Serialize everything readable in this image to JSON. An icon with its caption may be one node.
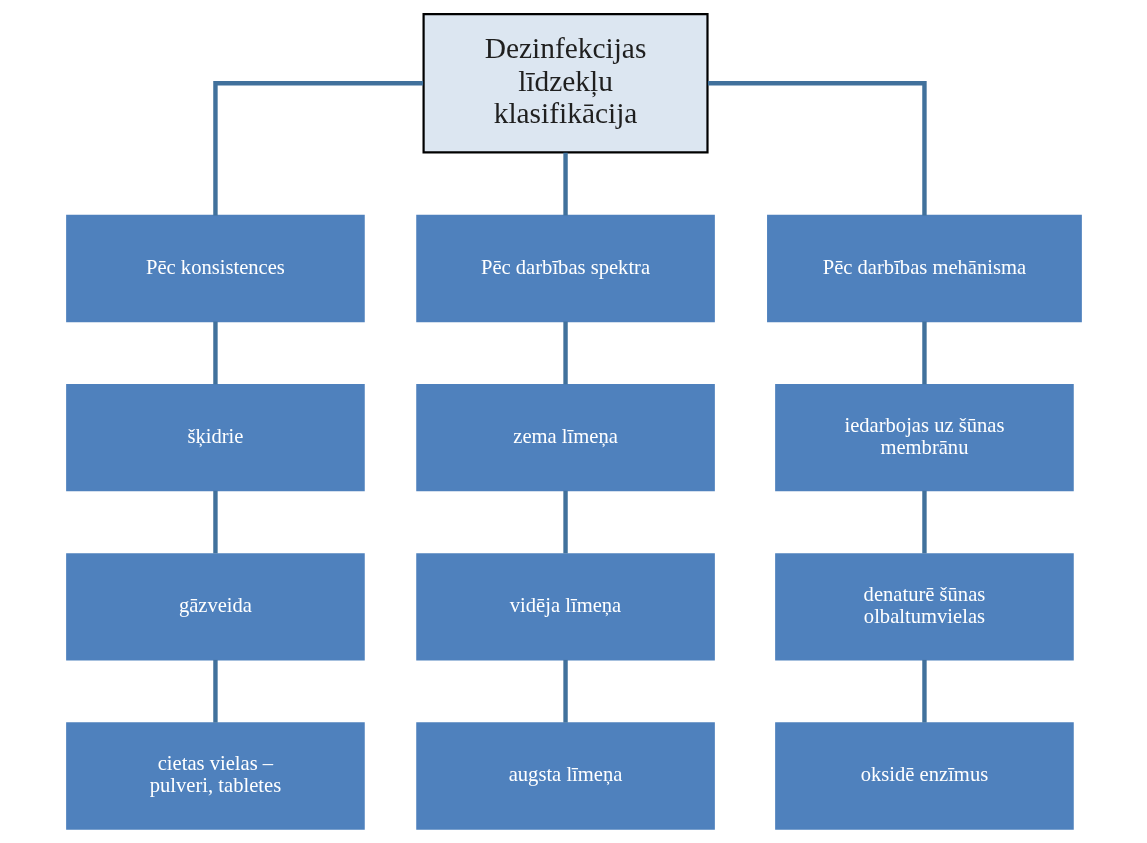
{
  "diagram": {
    "nodes": [
      {
        "text": [
          "Dezinfekcijas līdzekļu klasifikācija"
        ]
      },
      {
        "text": [
          "Pēc konsistences"
        ]
      },
      {
        "text": [
          "Pēc darbības spektra"
        ]
      },
      {
        "text": [
          "Pēc darbības mehānisma"
        ]
      },
      {
        "text": [
          "šķidrie"
        ]
      },
      {
        "text": [
          "zema līmeņa"
        ]
      },
      {
        "text": [
          "iedarbojas uz šūnas membrānu"
        ]
      },
      {
        "text": [
          "gāzveida"
        ]
      },
      {
        "text": [
          "vidēja līmeņa"
        ]
      },
      {
        "text": [
          "denaturē šūnas olbaltumvielas"
        ]
      },
      {
        "text": [
          "cietas vielas – pulveri, tabletes"
        ]
      },
      {
        "text": [
          "augsta līmeņa"
        ]
      },
      {
        "text": [
          "oksidē enzīmus"
        ]
      }
    ],
    "edges": [
      {
        "from": 0,
        "to": 1,
        "arrow": "none"
      },
      {
        "from": 0,
        "to": 2,
        "arrow": "none"
      },
      {
        "from": 0,
        "to": 3,
        "arrow": "none"
      },
      {
        "from": 1,
        "to": 4,
        "arrow": "none"
      },
      {
        "from": 4,
        "to": 7,
        "arrow": "none"
      },
      {
        "from": 7,
        "to": 10,
        "arrow": "none"
      },
      {
        "from": 2,
        "to": 5,
        "arrow": "none"
      },
      {
        "from": 5,
        "to": 8,
        "arrow": "none"
      },
      {
        "from": 8,
        "to": 11,
        "arrow": "none"
      },
      {
        "from": 3,
        "to": 6,
        "arrow": "none"
      },
      {
        "from": 6,
        "to": 9,
        "arrow": "none"
      },
      {
        "from": 9,
        "to": 12,
        "arrow": "none"
      }
    ]
  }
}
